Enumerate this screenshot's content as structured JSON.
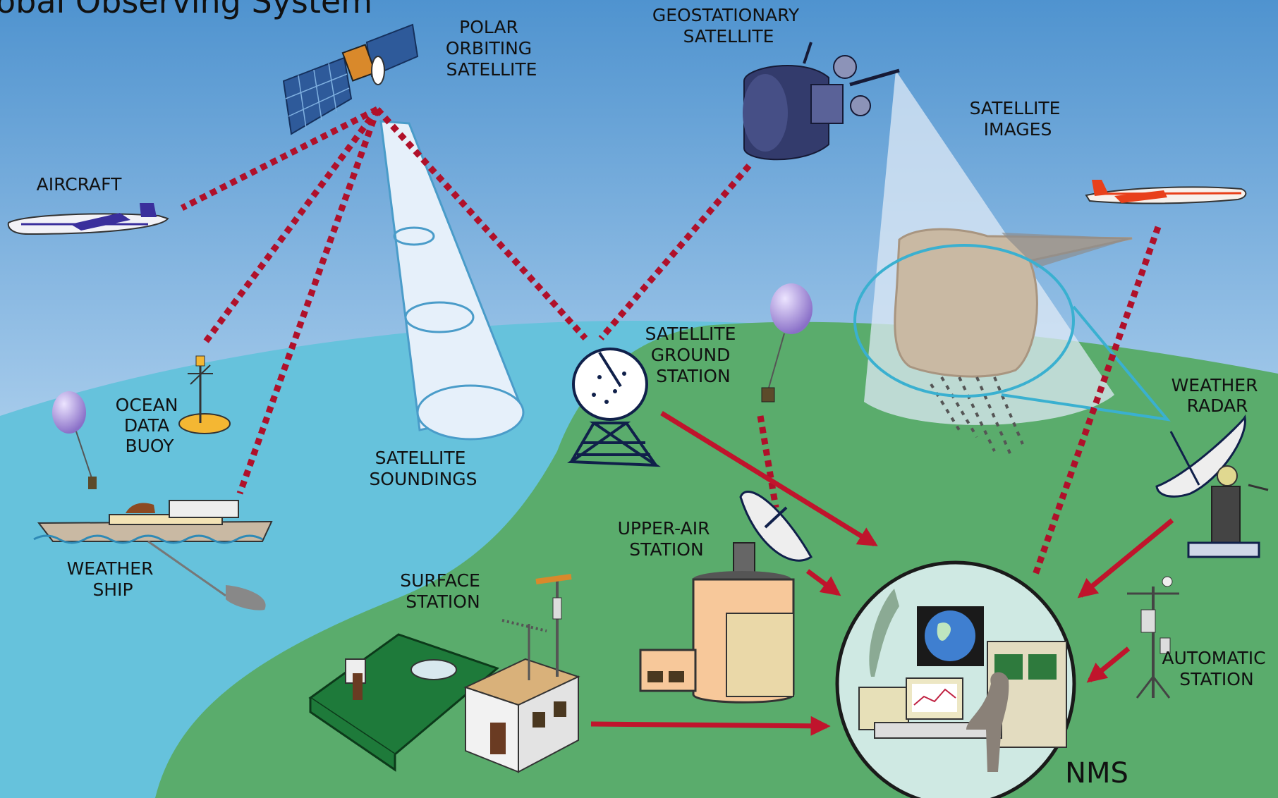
{
  "title": "obal Observing System",
  "labels": {
    "polar": [
      "POLAR",
      "ORBITING",
      "SATELLITE"
    ],
    "geo": [
      "GEOSTATIONARY",
      "SATELLITE"
    ],
    "sat_images": [
      "SATELLITE",
      "IMAGES"
    ],
    "aircraft": "AIRCRAFT",
    "buoy": [
      "OCEAN",
      "DATA",
      "BUOY"
    ],
    "soundings": [
      "SATELLITE",
      "SOUNDINGS"
    ],
    "ground_station": [
      "SATELLITE",
      "GROUND",
      "STATION"
    ],
    "weather_radar": [
      "WEATHER",
      "RADAR"
    ],
    "weather_ship": [
      "WEATHER",
      "SHIP"
    ],
    "upper_air": [
      "UPPER-AIR",
      "STATION"
    ],
    "surface": [
      "SURFACE",
      "STATION"
    ],
    "automatic": [
      "AUTOMATIC",
      "STATION"
    ],
    "nms": "NMS"
  },
  "colors": {
    "sky_top": "#5b9bd3",
    "sky_bottom": "#e8f2fb",
    "ocean": "#66c2dc",
    "land": "#5aac6c",
    "link_dotted": "#b0102a",
    "link_arrow": "#c0142c"
  }
}
